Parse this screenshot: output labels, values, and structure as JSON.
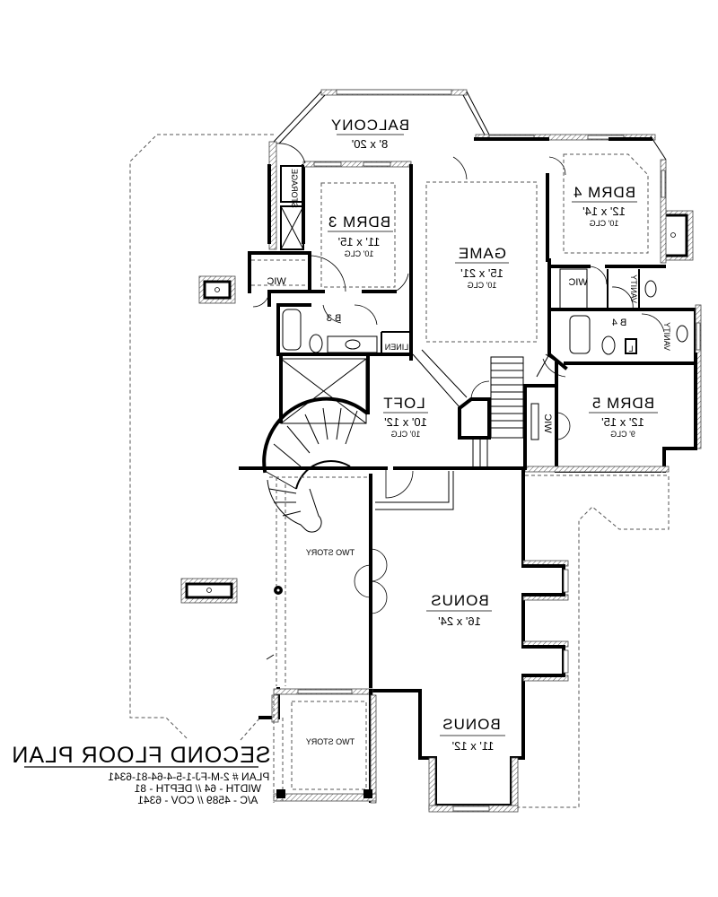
{
  "title": {
    "main": "SECOND FLOOR PLAN",
    "lines": [
      "PLAN # 2-M-FJ-1-5-4-64-81-6341",
      "WIDTH - 64 // DEPTH - 81",
      "A/C - 4589 // COV - 6341"
    ],
    "mirrored": true
  },
  "rooms": {
    "balcony": {
      "name": "BALCONY",
      "dims": "8' x 20'"
    },
    "bdrm3": {
      "name": "BDRM 3",
      "dims": "11' x 15'",
      "clg": "10' CLG"
    },
    "game": {
      "name": "GAME",
      "dims": "15' x 21'",
      "clg": "10' CLG"
    },
    "bdrm4": {
      "name": "BDRM 4",
      "dims": "12' x 14'",
      "clg": "10' CLG"
    },
    "bdrm5": {
      "name": "BDRM 5",
      "dims": "12' x 15'",
      "clg": "9' CLG"
    },
    "loft": {
      "name": "LOFT",
      "dims": "10' x 12'",
      "clg": "10' CLG"
    },
    "bonus1": {
      "name": "BONUS",
      "dims": "16' x 24'"
    },
    "bonus2": {
      "name": "BONUS",
      "dims": "11' x 12'"
    },
    "twostory1": {
      "name": "TWO STORY"
    },
    "twostory2": {
      "name": "TWO STORY"
    }
  },
  "labels": {
    "storage": "STORAGE",
    "wic_left": "WIC",
    "wic_bdrm4": "WIC",
    "wic_bdrm5": "WIC",
    "b3": "B 3",
    "b4": "B 4",
    "linen": "LINEN",
    "vanity1": "VANITY",
    "vanity2": "VANITY",
    "l": "L"
  }
}
